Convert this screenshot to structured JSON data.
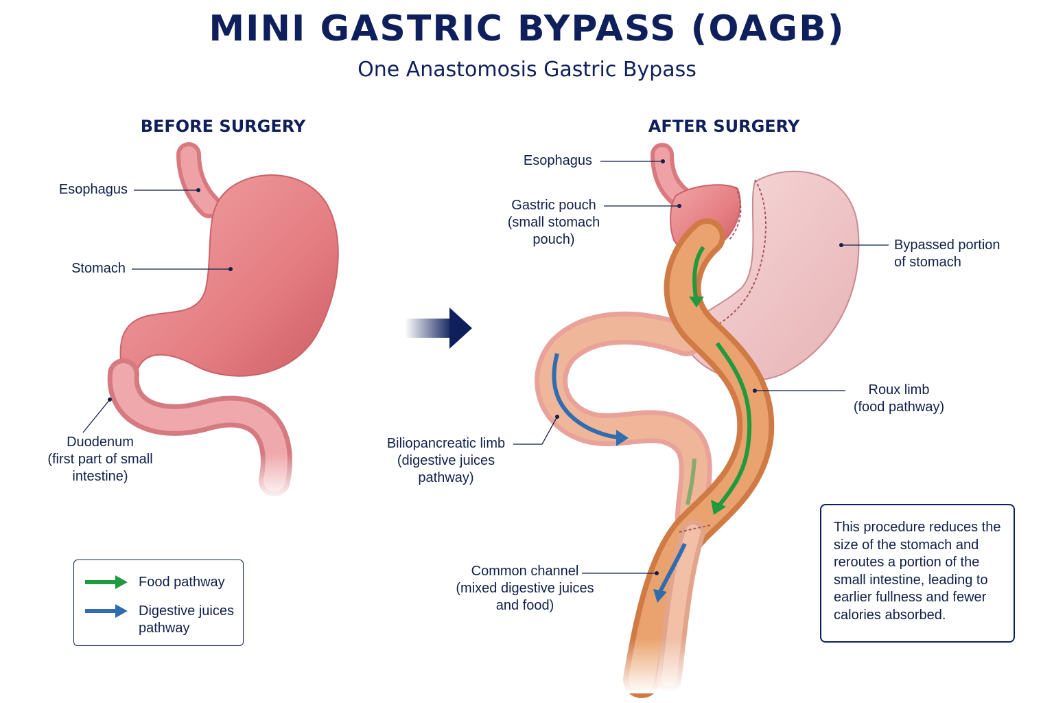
{
  "title": "MINI GASTRIC BYPASS (OAGB)",
  "subtitle": "One Anastomosis Gastric Bypass",
  "before": {
    "heading": "BEFORE SURGERY",
    "labels": {
      "esophagus": "Esophagus",
      "stomach": "Stomach",
      "duodenum": [
        "Duodenum",
        "(first part of small",
        "intestine)"
      ]
    }
  },
  "after": {
    "heading": "AFTER SURGERY",
    "labels": {
      "esophagus": "Esophagus",
      "gastric_pouch": [
        "Gastric pouch",
        "(small stomach",
        "pouch)"
      ],
      "bypassed": [
        "Bypassed portion",
        "of stomach"
      ],
      "roux": [
        "Roux limb",
        "(food pathway)"
      ],
      "biliopancreatic": [
        "Biliopancreatic limb",
        "(digestive juices",
        "pathway)"
      ],
      "common": [
        "Common channel",
        "(mixed digestive juices",
        "and food)"
      ]
    }
  },
  "legend": {
    "food": "Food pathway",
    "juices": [
      "Digestive juices",
      "pathway"
    ]
  },
  "note": [
    "This procedure reduces the",
    "size of the stomach and",
    "reroutes a portion of the",
    "small intestine, leading to",
    "earlier fullness and fewer",
    "calories absorbed."
  ],
  "colors": {
    "food_arrow": "#1f9a3c",
    "juices_arrow": "#2f6db0",
    "navy": "#0f1f5c",
    "stomach": "#e8888c",
    "intestine": "#e89a6a"
  },
  "icons": {
    "direction_arrow": "right-arrow-icon"
  }
}
